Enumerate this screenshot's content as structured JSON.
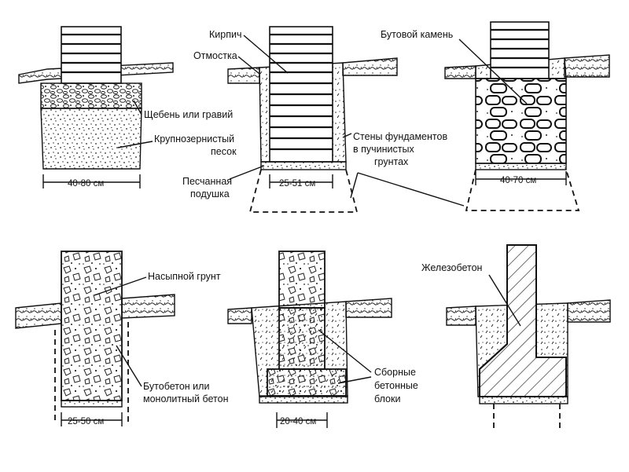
{
  "labels": {
    "brick": "Кирпич",
    "blind_area": "Отмостка",
    "rubble_stone": "Бутовой камень",
    "crushed_stone": "Щебень или гравий",
    "coarse_sand_l1": "Крупнозернистый",
    "coarse_sand_l2": "песок",
    "walls_l1": "Стены фундаментов",
    "walls_l2": "в пучинистых",
    "walls_l3": "грунтах",
    "sand_cushion_l1": "Песчанная",
    "sand_cushion_l2": "подушка",
    "fill_soil": "Насыпной грунт",
    "rebar_concrete": "Железобетон",
    "rubble_concrete_l1": "Бутобетон или",
    "rubble_concrete_l2": "монолитный бетон",
    "blocks_l1": "Сборные",
    "blocks_l2": "бетонные",
    "blocks_l3": "блоки"
  },
  "dimensions": {
    "d1": "40-80 см",
    "d2": "25-51 см",
    "d3": "40-70 см",
    "d4": "25-50 см",
    "d5": "20-40 см"
  }
}
